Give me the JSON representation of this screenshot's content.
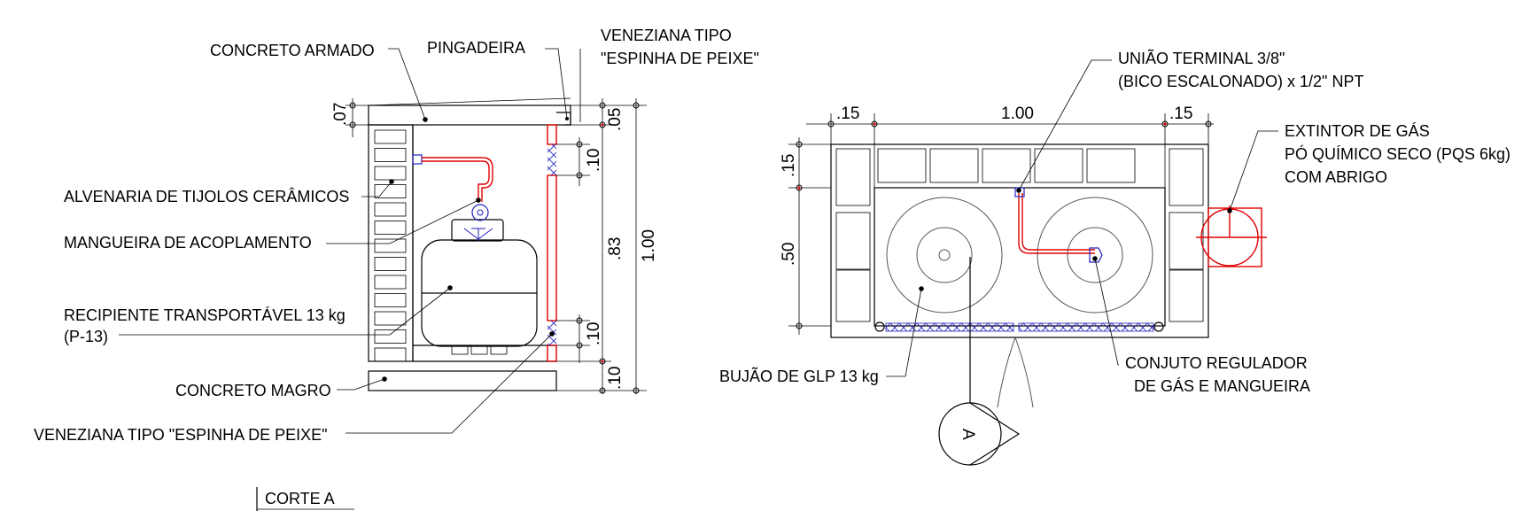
{
  "colors": {
    "line": "#000000",
    "accent_red": "#e00000",
    "accent_blue": "#2020c0",
    "hatch": "#888888"
  },
  "section": {
    "labels": {
      "concreto_armado": "CONCRETO ARMADO",
      "pingadeira": "PINGADEIRA",
      "veneziana_top_1": "VENEZIANA TIPO",
      "veneziana_top_2": "\"ESPINHA DE PEIXE\"",
      "alvenaria": "ALVENARIA DE TIJOLOS CERÂMICOS",
      "mangueira": "MANGUEIRA DE ACOPLAMENTO",
      "recipiente_1": "RECIPIENTE TRANSPORTÁVEL 13 kg",
      "recipiente_2": "(P-13)",
      "concreto_magro": "CONCRETO MAGRO",
      "veneziana_bottom": "VENEZIANA TIPO \"ESPINHA DE PEIXE\""
    },
    "dims": {
      "slab": ".07",
      "top": ".05",
      "upper_vent": ".10",
      "middle": ".83",
      "total": "1.00",
      "lower_vent": ".10",
      "base": ".10"
    },
    "title": "CORTE A"
  },
  "plan": {
    "labels": {
      "uniao_1": "UNIÃO TERMINAL 3/8\"",
      "uniao_2": "(BICO ESCALONADO) x 1/2\" NPT",
      "extintor_1": "EXTINTOR DE GÁS",
      "extintor_2": "PÓ QUÍMICO SECO (PQS 6kg)",
      "extintor_3": "COM ABRIGO",
      "bujao": "BUJÃO DE GLP 13 kg",
      "regulador_1": "CONJUTO REGULADOR",
      "regulador_2": "DE GÁS E MANGUEIRA"
    },
    "dims": {
      "left": ".15",
      "width": "1.00",
      "right": ".15",
      "vert_top": ".15",
      "vert_mid": ".50"
    },
    "section_marker": "A"
  }
}
